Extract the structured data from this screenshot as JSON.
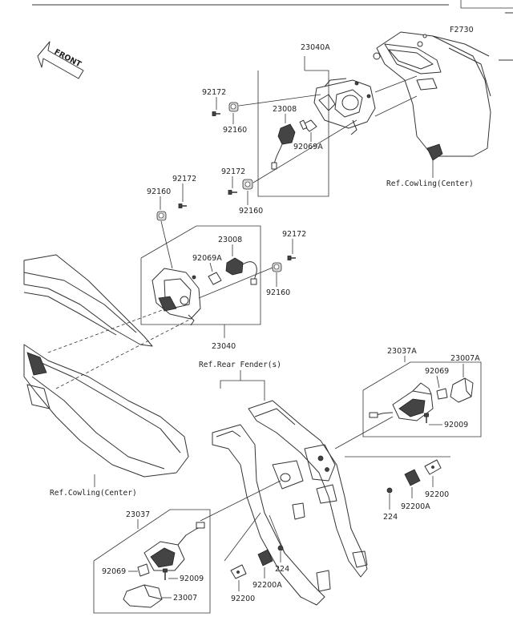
{
  "diagram": {
    "figure_code": "F2730",
    "front_label": "FRONT",
    "labels": {
      "p23040A": "23040A",
      "p92172_a": "92172",
      "p92160_a": "92160",
      "p23008_a": "23008",
      "p92069A_a": "92069A",
      "p92172_b": "92172",
      "p92160_b": "92160",
      "ref_cowling_top": "Ref.Cowling(Center)",
      "p92172_c": "92172",
      "p92160_c": "92160",
      "p23008_b": "23008",
      "p92069A_b": "92069A",
      "p92172_d": "92172",
      "p92160_d": "92160",
      "p23040": "23040",
      "ref_rear_fender": "Ref.Rear Fender(s)",
      "p23037A": "23037A",
      "p23007A": "23007A",
      "p92069_a": "92069",
      "p92009_a": "92009",
      "ref_cowling_left": "Ref.Cowling(Center)",
      "p92200_a": "92200",
      "p224_a": "224",
      "p92200A_a": "92200A",
      "p23037": "23037",
      "p92069_b": "92069",
      "p92009_b": "92009",
      "p23007": "23007",
      "p224_b": "224",
      "p92200A_b": "92200A",
      "p92200_b": "92200"
    }
  }
}
